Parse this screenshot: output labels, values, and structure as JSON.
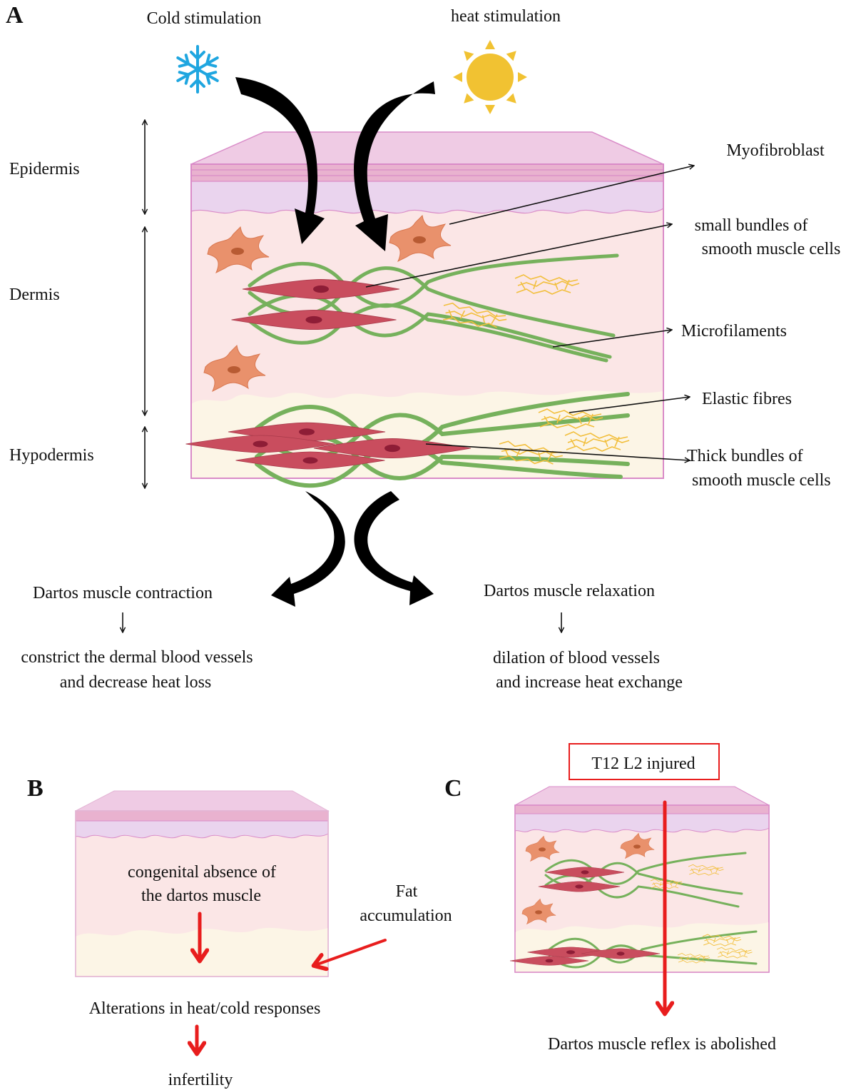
{
  "panels": {
    "A": {
      "letter": "A",
      "stimuli": {
        "cold": "Cold stimulation",
        "heat": "heat stimulation",
        "cold_icon": "snowflake-icon",
        "heat_icon": "sun-icon"
      },
      "layers": {
        "epidermis": "Epidermis",
        "dermis": "Dermis",
        "hypodermis": "Hypodermis"
      },
      "components": {
        "myofibroblast": "Myofibroblast",
        "small_bundles": [
          "small bundles of",
          "smooth muscle cells"
        ],
        "microfilaments": "Microfilaments",
        "elastic_fibres": "Elastic fibres",
        "thick_bundles": [
          "Thick bundles of",
          "smooth muscle cells"
        ]
      },
      "outcomes": {
        "contraction": {
          "title": "Dartos muscle contraction",
          "effect": [
            "constrict the dermal blood vessels",
            "and decrease heat loss"
          ]
        },
        "relaxation": {
          "title": "Dartos muscle relaxation",
          "effect": [
            "dilation of blood vessels",
            "and increase heat exchange"
          ]
        }
      }
    },
    "B": {
      "letter": "B",
      "absence": [
        "congenital absence of",
        "the dartos muscle"
      ],
      "fat": [
        "Fat",
        "accumulation"
      ],
      "alterations": "Alterations in heat/cold responses",
      "result": "infertility"
    },
    "C": {
      "letter": "C",
      "injury": "T12 L2 injured",
      "result": "Dartos muscle reflex is abolished"
    }
  },
  "colors": {
    "skin_top": "#efcbe4",
    "epidermis": "#ead4ee",
    "dermis": "#fbe6e6",
    "hypodermis": "#fcf5e6",
    "outline": "#d98bc8",
    "fiber": "#76b15c",
    "muscle_cell": "#c94d5e",
    "fibroblast": "#e9916c",
    "elastic": "#f2bf3d",
    "sun": "#f1c232",
    "snow": "#1fa6e0",
    "highlight": "#e81d1d"
  }
}
